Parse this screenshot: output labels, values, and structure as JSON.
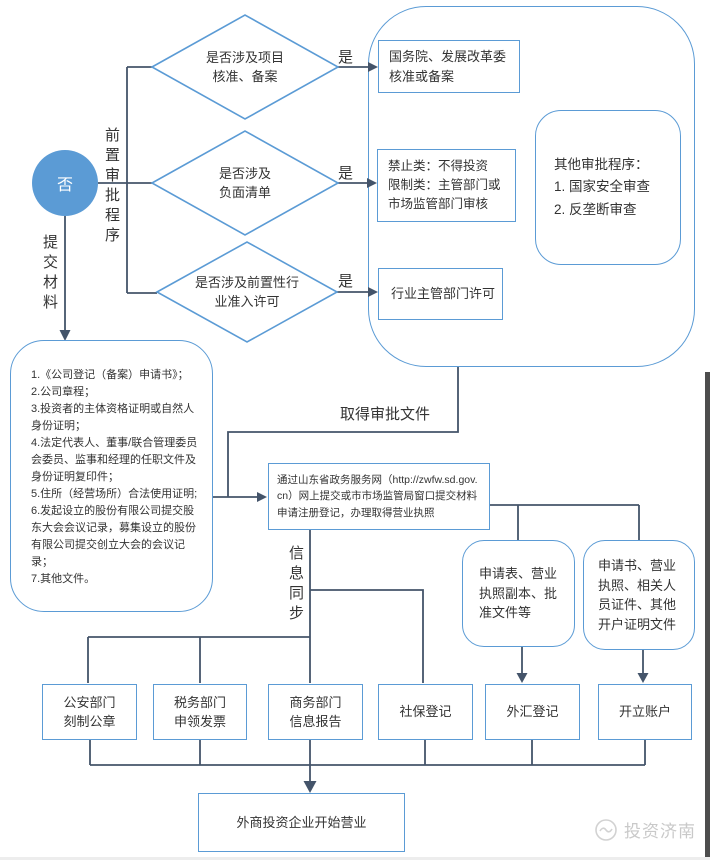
{
  "flow": {
    "no_circle": "否",
    "submit_materials": "提交材料",
    "pre_approval": "前置审批程序",
    "info_sync": "信息同步",
    "obtain_docs": "取得审批文件",
    "decisions": [
      {
        "question": "是否涉及项目\n核准、备案",
        "yes": "是"
      },
      {
        "question": "是否涉及\n负面清单",
        "yes": "是"
      },
      {
        "question": "是否涉及前置性行\n业准入许可",
        "yes": "是"
      }
    ],
    "approval": {
      "state_council": "国务院、发展改革委\n核准或备案",
      "negative_list": "禁止类：不得投资\n限制类：主管部门或\n市场监管部门审核",
      "industry_permit": "行业主管部门许可",
      "other_procedures": "其他审批程序：\n1. 国家安全审查\n2. 反垄断审查"
    },
    "materials": "1.《公司登记（备案）申请书》；\n2.公司章程；\n3.投资者的主体资格证明或自然人身份证明；\n4.法定代表人、董事/联合管理委员会委员、监事和经理的任职文件及身份证明复印件；\n5.住所（经营场所）合法使用证明;\n6.发起设立的股份有限公司提交股东大会会议记录，募集设立的股份有限公司提交创立大会的会议记录；\n7.其他文件。",
    "registration": "通过山东省政务服务网（http://zwfw.sd.gov.cn）网上提交或市市场监管局窗口提交材料申请注册登记，办理取得营业执照",
    "docs_for_forex": "申请表、营业\n执照副本、批\n准文件等",
    "docs_for_account": "申请书、营业\n执照、相关人\n员证件、其他\n开户证明文件",
    "departments": [
      "公安部门\n刻制公章",
      "税务部门\n申领发票",
      "商务部门\n信息报告",
      "社保登记",
      "外汇登记",
      "开立账户"
    ],
    "final_step": "外商投资企业开始营业"
  },
  "colors": {
    "accent_blue": "#5B9BD5",
    "connector": "#44546A"
  },
  "watermark": "投资济南"
}
